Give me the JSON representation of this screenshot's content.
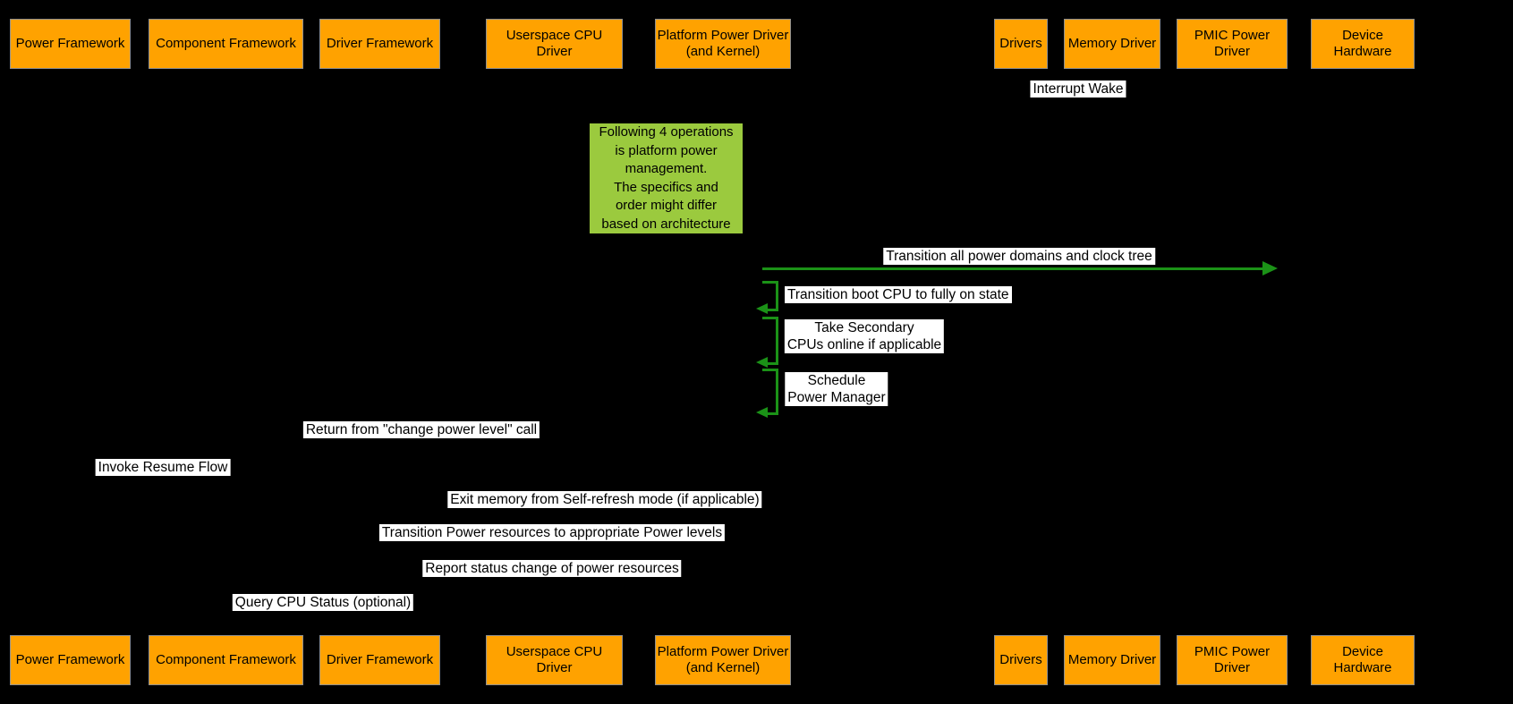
{
  "diagram": {
    "title": "Resume flow sequence diagram",
    "colors": {
      "background": "#000000",
      "actor_fill": "#ffa200",
      "note_fill": "#9bca3e",
      "arrow_green": "#1b9217",
      "message_label_bg": "#ffffff"
    },
    "actors": [
      {
        "label": "Power Framework"
      },
      {
        "label": "Component Framework"
      },
      {
        "label": "Driver Framework"
      },
      {
        "label": "Userspace CPU Driver"
      },
      {
        "label": "Platform Power Driver\n(and Kernel)"
      },
      {
        "label": "Drivers"
      },
      {
        "label": "Memory Driver"
      },
      {
        "label": "PMIC Power Driver"
      },
      {
        "label": "Device Hardware"
      }
    ],
    "note": {
      "text": "Following 4 operations\nis platform power\nmanagement.\nThe specifics and\norder might differ\nbased on architecture"
    },
    "messages": [
      {
        "text": "Interrupt Wake"
      },
      {
        "text": "Transition all power domains and clock tree"
      },
      {
        "text": "Transition boot CPU to fully on state"
      },
      {
        "text": "Take Secondary\nCPUs online if applicable"
      },
      {
        "text": "Schedule\nPower Manager"
      },
      {
        "text": "Return from \"change power level\" call"
      },
      {
        "text": "Invoke Resume Flow"
      },
      {
        "text": "Exit memory from Self-refresh mode (if applicable)"
      },
      {
        "text": "Transition Power resources to appropriate Power levels"
      },
      {
        "text": "Report status change of power resources"
      },
      {
        "text": "Query CPU Status (optional)"
      }
    ]
  }
}
